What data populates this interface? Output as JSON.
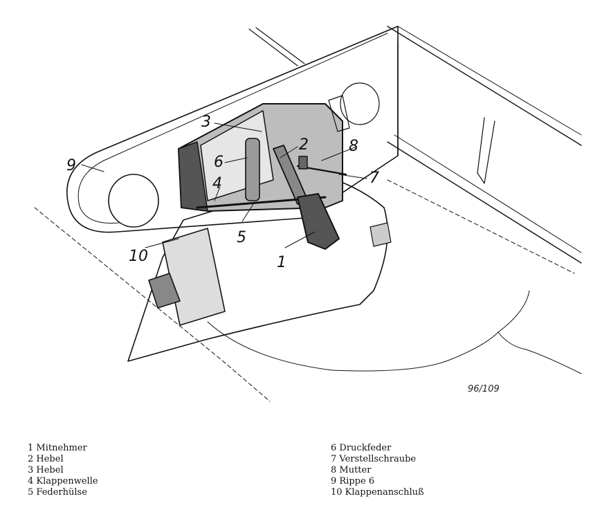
{
  "figure": {
    "reference": "96/109",
    "callouts": [
      "1",
      "2",
      "3",
      "4",
      "5",
      "6",
      "7",
      "8",
      "9",
      "10"
    ]
  },
  "legend": {
    "left": [
      "1 Mitnehmer",
      "2 Hebel",
      "3 Hebel",
      "4 Klappenwelle",
      "5 Federhülse"
    ],
    "right": [
      "6 Druckfeder",
      "7 Verstellschraube",
      "8 Mutter",
      "9 Rippe 6",
      "10 Klappenanschluß"
    ]
  }
}
